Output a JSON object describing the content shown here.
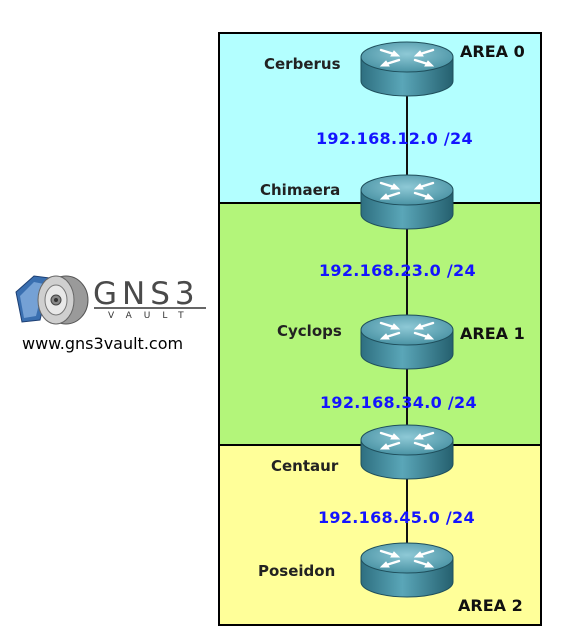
{
  "areas": {
    "area0": "AREA 0",
    "area1": "AREA 1",
    "area2": "AREA 2"
  },
  "routers": {
    "cerberus": "Cerberus",
    "chimaera": "Chimaera",
    "cyclops": "Cyclops",
    "centaur": "Centaur",
    "poseidon": "Poseidon"
  },
  "subnets": {
    "s12": "192.168.12.0 /24",
    "s23": "192.168.23.0 /24",
    "s34": "192.168.34.0 /24",
    "s45": "192.168.45.0 /24"
  },
  "logo": {
    "brand": "GNS3",
    "tagline": "VAULT",
    "website": "www.gns3vault.com"
  },
  "colors": {
    "area0": "#b3ffff",
    "area1": "#b3f57a",
    "area2": "#ffff99",
    "subnet_text": "#1414ff",
    "router_body": "#3f8a9c"
  }
}
